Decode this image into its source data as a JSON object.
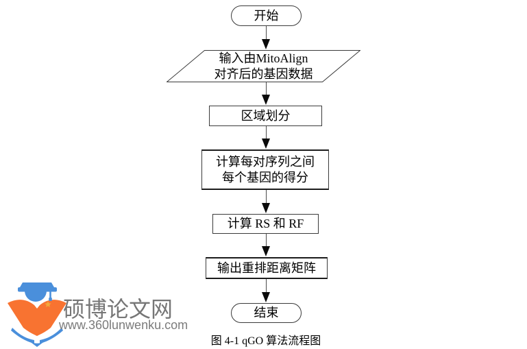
{
  "flowchart": {
    "caption": "图 4-1 qGO 算法流程图",
    "nodes": [
      {
        "id": "start",
        "type": "terminator",
        "label": "开始"
      },
      {
        "id": "input",
        "type": "io",
        "line1": "输入由MitoAlign",
        "line2": "对齐后的基因数据"
      },
      {
        "id": "partition",
        "type": "process",
        "label": "区域划分"
      },
      {
        "id": "score",
        "type": "process",
        "line1": "计算每对序列之间",
        "line2": "每个基因的得分"
      },
      {
        "id": "rs-rf",
        "type": "process",
        "label": "计算 RS 和 RF"
      },
      {
        "id": "output",
        "type": "process",
        "label": "输出重排距离矩阵"
      },
      {
        "id": "end",
        "type": "terminator",
        "label": "结束"
      }
    ]
  },
  "watermark": {
    "site_name": "硕博论文网",
    "site_url": "www.360lunwenku.com",
    "colors": {
      "blue": "#4A8FDB",
      "orange": "#F87331",
      "star": "#F2A93B",
      "text": "#767676",
      "line": "#3a3a3a"
    }
  }
}
